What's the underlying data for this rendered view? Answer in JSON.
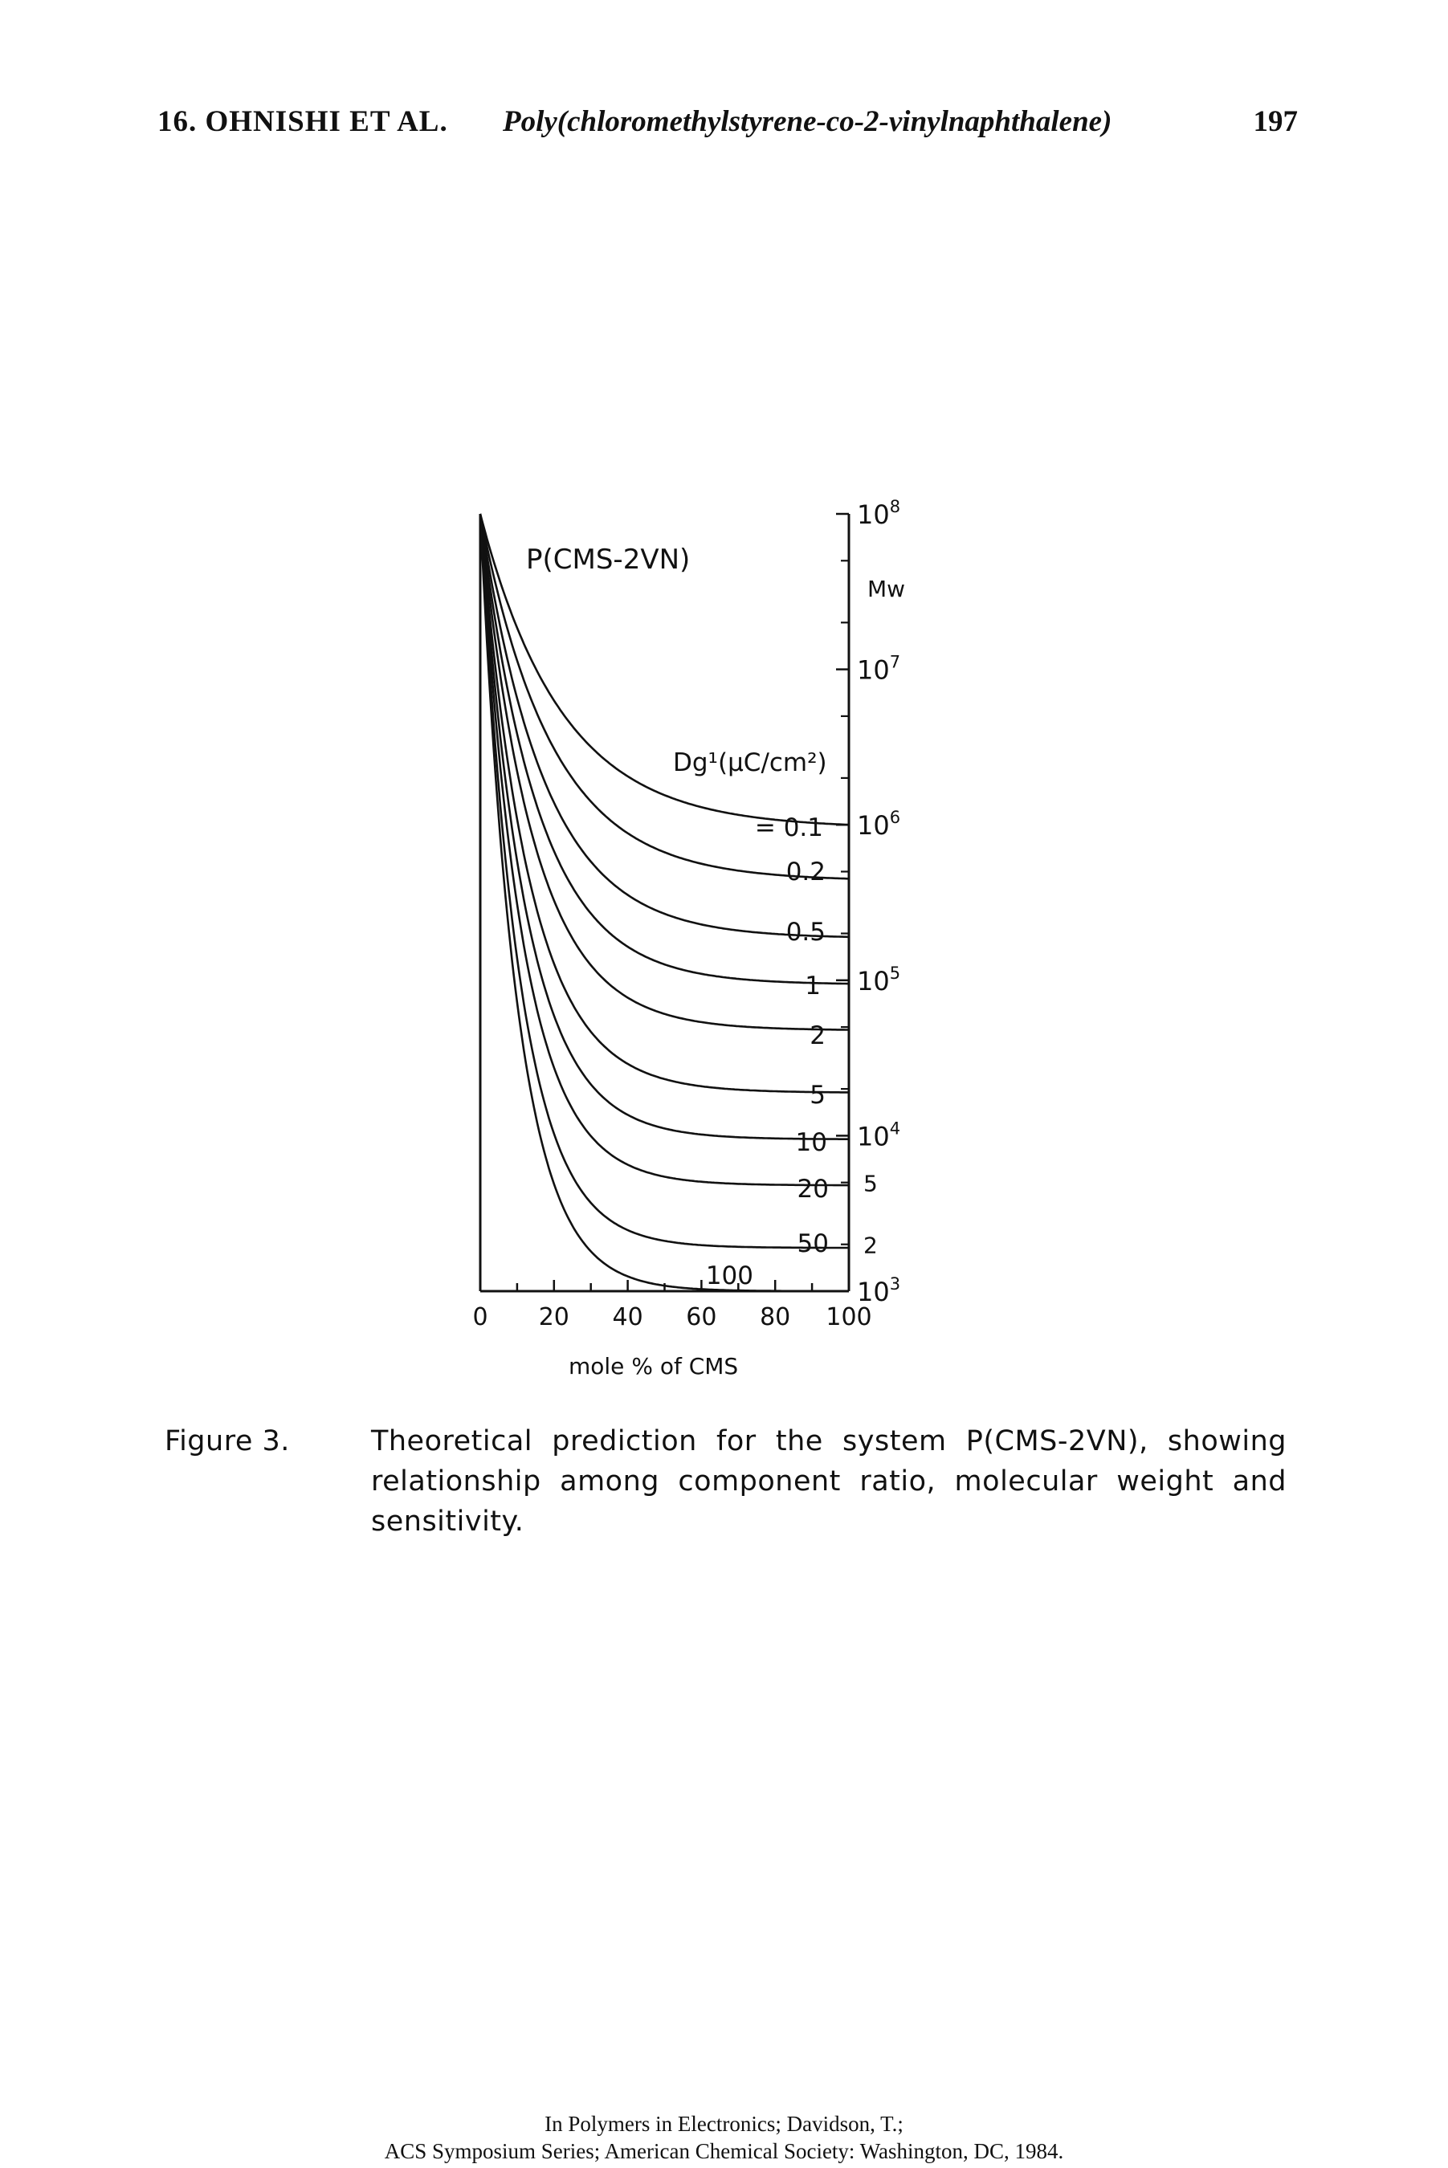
{
  "header": {
    "chapter": "16. OHNISHI ET AL.",
    "title": "Poly(chloromethylstyrene-co-2-vinylnaphthalene)",
    "page_number": "197"
  },
  "figure": {
    "inset_label": "P(CMS-2VN)",
    "param_label": "Dg¹(μC/cm²)",
    "curve_labels": [
      "= 0.1",
      "0.2",
      "0.5",
      "1",
      "2",
      "5",
      "10",
      "20",
      "50",
      "100"
    ],
    "x_ticks": [
      "0",
      "20",
      "40",
      "60",
      "80",
      "100"
    ],
    "x_label": "mole % of CMS",
    "y_label": "Mw",
    "y_major_ticks": [
      {
        "base": "10",
        "exp": "3",
        "value": 1000
      },
      {
        "base": "10",
        "exp": "4",
        "value": 10000
      },
      {
        "base": "10",
        "exp": "5",
        "value": 100000
      },
      {
        "base": "10",
        "exp": "6",
        "value": 1000000
      },
      {
        "base": "10",
        "exp": "7",
        "value": 10000000
      },
      {
        "base": "10",
        "exp": "8",
        "value": 100000000
      }
    ],
    "y_minor_labels": [
      {
        "text": "2",
        "value": 2000
      },
      {
        "text": "5",
        "value": 5000
      }
    ]
  },
  "chart_data": {
    "type": "line",
    "x": [
      0,
      100
    ],
    "xlabel": "mole % of CMS",
    "ylabel": "Mw",
    "xlim": [
      0,
      100
    ],
    "ylim": [
      1000,
      100000000
    ],
    "y_scale": "log",
    "series": [
      {
        "name": "0.1",
        "y_at_100": 1000000
      },
      {
        "name": "0.2",
        "y_at_100": 450000
      },
      {
        "name": "0.5",
        "y_at_100": 190000
      },
      {
        "name": "1",
        "y_at_100": 95000
      },
      {
        "name": "2",
        "y_at_100": 48000
      },
      {
        "name": "5",
        "y_at_100": 19000
      },
      {
        "name": "10",
        "y_at_100": 9500
      },
      {
        "name": "20",
        "y_at_100": 4800
      },
      {
        "name": "50",
        "y_at_100": 1900
      },
      {
        "name": "100",
        "y_at_100": 1000
      }
    ]
  },
  "caption": {
    "label": "Figure 3.",
    "text": "Theoretical prediction for the system P(CMS-2VN), showing relationship among component ratio, molecular weight and sensitivity."
  },
  "footer": {
    "line1": "In Polymers in Electronics; Davidson, T.;",
    "line2": "ACS Symposium Series; American Chemical Society: Washington, DC, 1984."
  }
}
